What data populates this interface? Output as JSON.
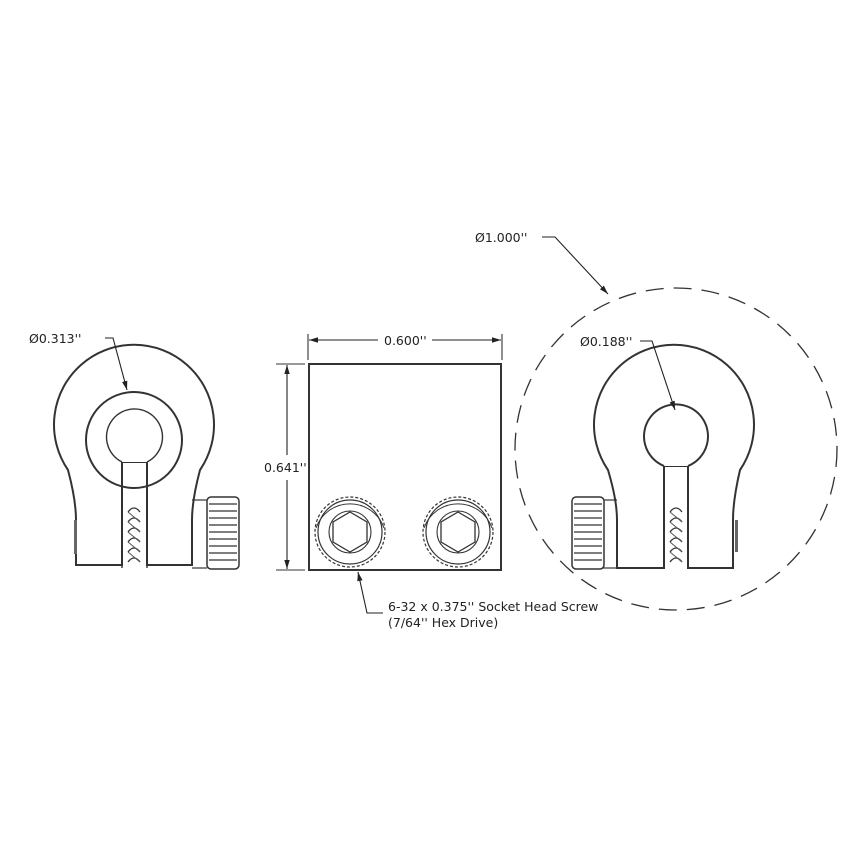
{
  "drawing": {
    "title": "Clamping collar technical drawing",
    "colors": {
      "line": "#3a3a3a",
      "background": "#ffffff",
      "text": "#222222"
    }
  },
  "views": {
    "left_end": {
      "bore_dimension": "Ø0.313''"
    },
    "side": {
      "width_dimension": "0.600''",
      "height_dimension": "0.641''",
      "screw_callout_line1": "6-32 x 0.375'' Socket Head Screw",
      "screw_callout_line2": "(7/64'' Hex Drive)"
    },
    "right_end": {
      "outer_dimension": "Ø1.000''",
      "bore_dimension": "Ø0.188''"
    }
  }
}
